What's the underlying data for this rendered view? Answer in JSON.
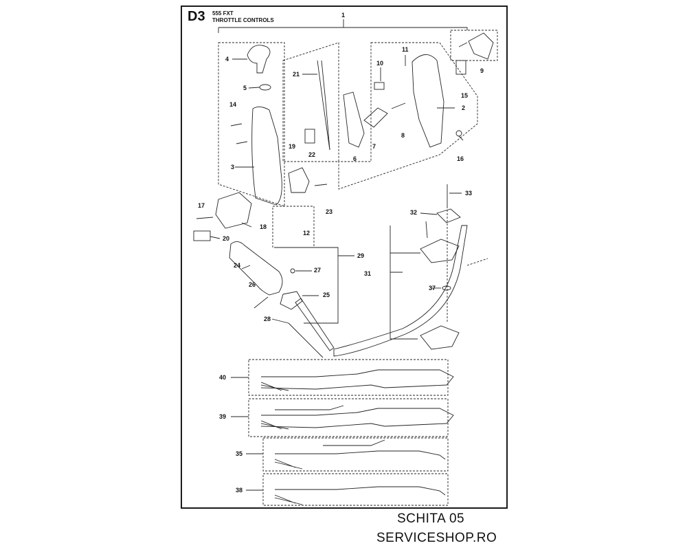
{
  "header": {
    "code": "D3",
    "model": "555 FXT",
    "title": "THROTTLE CONTROLS"
  },
  "callouts": [
    "1",
    "2",
    "3",
    "4",
    "5",
    "6",
    "7",
    "8",
    "9",
    "10",
    "11",
    "12",
    "14",
    "15",
    "16",
    "17",
    "18",
    "19",
    "20",
    "21",
    "22",
    "23",
    "24",
    "25",
    "26",
    "27",
    "28",
    "29",
    "31",
    "32",
    "33",
    "35",
    "37",
    "38",
    "39",
    "40"
  ],
  "footer": {
    "line1": "SCHITA 05",
    "line2": "SERVICESHOP.RO"
  }
}
